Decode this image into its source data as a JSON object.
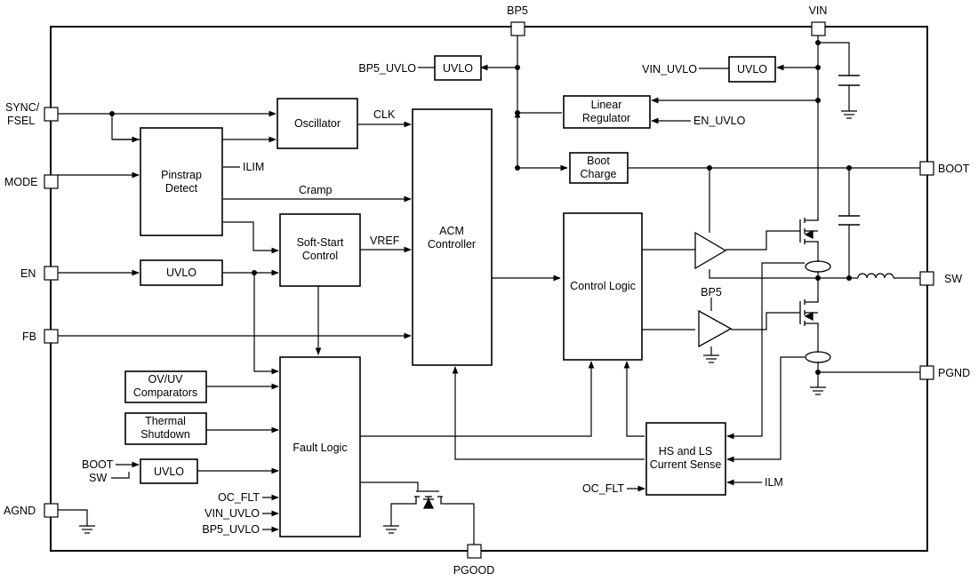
{
  "pins": {
    "bp5": "BP5",
    "vin": "VIN",
    "sync_fsel_1": "SYNC/",
    "sync_fsel_2": "FSEL",
    "mode": "MODE",
    "en": "EN",
    "fb": "FB",
    "agnd": "AGND",
    "boot": "BOOT",
    "sw": "SW",
    "pgnd": "PGND",
    "pgood": "PGOOD"
  },
  "blocks": {
    "oscillator": "Oscillator",
    "pinstrap_1": "Pinstrap",
    "pinstrap_2": "Detect",
    "softstart_1": "Soft-Start",
    "softstart_2": "Control",
    "en_uvlo": "UVLO",
    "acm_1": "ACM",
    "acm_2": "Controller",
    "control_logic": "Control Logic",
    "linreg_1": "Linear",
    "linreg_2": "Regulator",
    "boot_charge_1": "Boot",
    "boot_charge_2": "Charge",
    "bp5_uvlo": "UVLO",
    "vin_uvlo": "UVLO",
    "ovuv_1": "OV/UV",
    "ovuv_2": "Comparators",
    "thermal_1": "Thermal",
    "thermal_2": "Shutdown",
    "boot_uvlo": "UVLO",
    "fault_logic": "Fault Logic",
    "current_sense_1": "HS and LS",
    "current_sense_2": "Current Sense"
  },
  "signals": {
    "bp5_uvlo": "BP5_UVLO",
    "vin_uvlo": "VIN_UVLO",
    "en_uvlo": "EN_UVLO",
    "clk": "CLK",
    "ilim": "ILIM",
    "cramp": "Cramp",
    "vref": "VREF",
    "bp5_driver": "BP5",
    "boot_in": "BOOT",
    "sw_in": "SW",
    "oc_flt_fault": "OC_FLT",
    "vin_uvlo_fault": "VIN_UVLO",
    "bp5_uvlo_fault": "BP5_UVLO",
    "oc_flt_sense": "OC_FLT",
    "ilm": "ILM"
  }
}
